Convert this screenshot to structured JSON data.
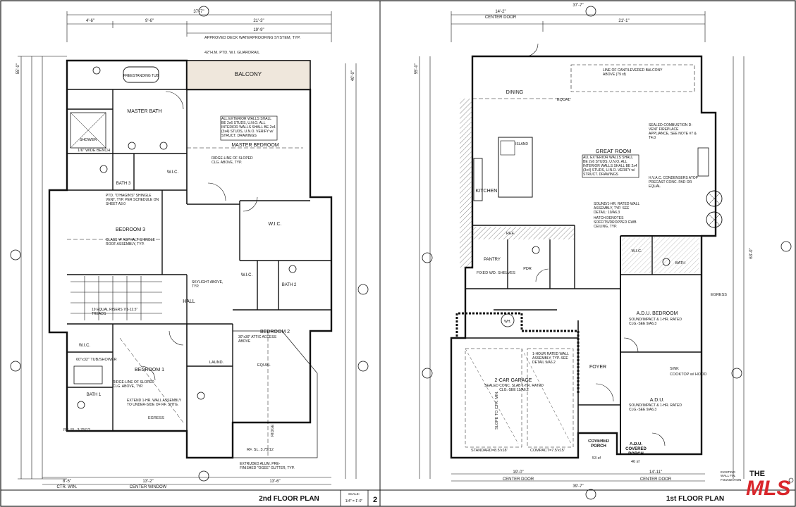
{
  "sheet": {
    "left_title": "2nd FLOOR PLAN",
    "right_title": "1st FLOOR PLAN",
    "scale_label": "SCALE:",
    "scale_value": "1/4\" = 1'-0\"",
    "sheet_number": "2",
    "watermark": "THE MLS"
  },
  "second_floor": {
    "rooms": {
      "balcony": "BALCONY",
      "master_bath": "MASTER BATH",
      "master_bedroom": "MASTER BEDROOM",
      "shower": "SHOWER",
      "bench": "1/6\" WIDE BENCH",
      "freestanding_tub": "FREESTANDING TUB",
      "wic_1": "W.I.C.",
      "wic_2": "W.I.C.",
      "wic_3": "W.I.C.",
      "wic_4": "W.I.C.",
      "bedroom_3": "BEDROOM 3",
      "bath_3": "BATH 3",
      "bedroom_2": "BEDROOM 2",
      "bath_2": "BATH 2",
      "hall": "HALL",
      "bedroom_1": "BEDROOM 1",
      "bath_1": "BATH 1",
      "laund": "LAUND."
    },
    "dims": {
      "overall_top": "37'-7\"",
      "top_a": "4'-6\"",
      "top_b": "9'-6\"",
      "top_c": "21'-3\"",
      "top_d": "19'-9\"",
      "bottom_a": "8'-5\"",
      "bottom_b": "13'-2\"",
      "bottom_c": "13'-6\"",
      "bottom_ctr_win": "CTR. WIN.",
      "bottom_center_window": "CENTER WINDOW",
      "left_overall": "55'-0\"",
      "right_overall": "40'-0\""
    },
    "notes": {
      "deck": "APPROVED DECK WATERPROOFING SYSTEM, TYP.",
      "guardrail": "42\"H.M. PTD. W.I. GUARDRAIL",
      "walls": "ALL EXTERIOR WALLS SHALL BE 2x6 STUDS, U.N.O. ALL INTERIOR WALLS SHALL BE 2x4 (3x4) STUDS, U.N.O. VERIFY w/ STRUCT. DRAWINGS",
      "ridge_master": "RIDGE-LINE OF SLOPED CLG. ABOVE, TYP.",
      "vent": "PTD. \"O'HAGIN'S\" SHINGLE VENT, TYP. PER SCHEDULE ON SHEET A3.0",
      "roof": "CLASS 'A' ASPHALT SHINGLE ROOF ASSEMBLY, TYP.",
      "skylight": "SKYLIGHT ABOVE, TYP.",
      "risers": "19 EQUAL RISERS 7/1-12.5\" TREADS",
      "attic": "30\"x30\" ATTIC ACCESS ABOVE",
      "ridge_bed1": "RIDGE-LINE OF SLOPED CLG. ABOVE, TYP.",
      "wall_1hr": "EXTEND 1-HR. WALL ASSEMBLY TO UNDER-SIDE OF RF. SHTG.",
      "gutter": "EXTRUDED ALUM. PRE-FINISHED \"OGEE\" GUTTER, TYP.",
      "egress": "EGRESS",
      "ridge": "RIDGE",
      "rf_slope_1": "RF. SL. 3.75/12",
      "rf_slope_2": "RF. SL. 3.75/12",
      "tub_shower": "60\"x32\" TUB/SHOWER",
      "equal": "EQUAL"
    }
  },
  "first_floor": {
    "rooms": {
      "dining": "DINING",
      "great_room": "GREAT ROOM",
      "kitchen": "KITCHEN",
      "island": "ISLAND",
      "pantry": "PANTRY",
      "pdr": "PDR",
      "wic": "W.I.C.",
      "bath": "BATH",
      "adu_bedroom": "A.D.U. BEDROOM",
      "adu": "A.D.U.",
      "foyer": "FOYER",
      "garage": "2-CAR GARAGE",
      "covered_porch": "COVERED PORCH",
      "adu_covered_porch": "A.D.U. COVERED PORCH",
      "wh": "WH."
    },
    "dims": {
      "overall_top": "37'-7\"",
      "top_a": "14'-2\"",
      "top_center_door": "CENTER DOOR",
      "top_b": "21'-1\"",
      "bottom_a": "19'-0\"",
      "bottom_b": "14'-11\"",
      "bottom_overall": "39'-7\"",
      "bottom_center_door_a": "CENTER DOOR",
      "bottom_center_door_b": "CENTER DOOR",
      "left_overall": "55'-0\"",
      "right_overall": "63'-0\""
    },
    "notes": {
      "cantilever": "LINE OF CANTILEVERED BALCONY ABOVE (79 sf)",
      "fireplace": "SEALED-COMBUSTION D-VENT FIREPLACE APPLIANCE, SEE NOTE #7 & T4.0",
      "walls": "ALL EXTERIOR WALLS SHALL BE 2x6 STUDS, U.N.O. ALL INTERIOR WALLS SHALL BE 2x4 (3x4) STUDS, U.N.O. VERIFY w/ STRUCT. DRAWINGS",
      "hvac": "H.V.A.C. CONDENSERS ATOP PRECAST CONC. PAD OR EQUAL",
      "sound": "SOUND/1-HR. RATED WALL ASSEMBLY, TYP. SEE DETAIL: 10/A6.3",
      "hatch": "HATCH DENOTES SOFFITS/DROPPED GWB CEILING, TYP.",
      "adu_bed_sound": "SOUND/IMPACT & 1-HR. RATED CLG.-SEE 9/A6.3",
      "adu_sound": "SOUND/IMPACT & 1-HR. RATED CLG.-SEE 9/A6.3",
      "garage_slab": "SEALED CONC. SLAB 1-HR. RATED CLG.-SEE 11/A6.2",
      "garage_wall": "1-HOUR RATED WALL ASSEMBLY, TYP.-SEE DETAIL 9/A6.2",
      "standard": "STANDARD=8.5'x18'",
      "compact": "COMPACT=7.5'x15'",
      "shelves": "FIXED WD. SHELVES",
      "garage_slope": "SLOPE TO CTR. MIN.",
      "egress": "EGRESS",
      "ref": "REF.",
      "sink": "SINK",
      "cooktop": "COOKTOP w/ HOOD",
      "existing": "EXISTING WALL FIN. FOUNDATION",
      "porch_area": "53 sf",
      "adu_porch_area": "46 sf",
      "equal": "EQUAL"
    }
  },
  "colors": {
    "line": "#111111",
    "balcony_fill": "#efe7dc",
    "hatch": "#555555",
    "logo_red": "#d9262b"
  }
}
